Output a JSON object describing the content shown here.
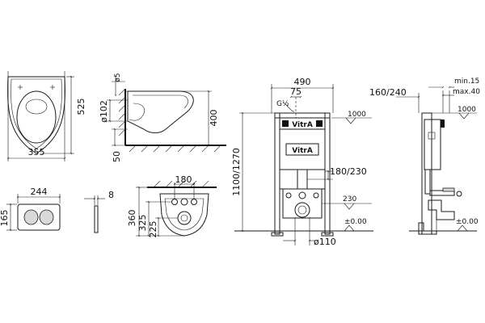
{
  "bowl_top": {
    "width": "355",
    "depth": "525"
  },
  "bowl_side": {
    "d5": "ø5",
    "d102": "ø102",
    "h400": "400",
    "h50": "50"
  },
  "flush_plate": {
    "width": "244",
    "height": "165",
    "thickness": "8"
  },
  "bowl_rear": {
    "width": "180",
    "h360": "360",
    "h325": "325",
    "h225": "225"
  },
  "frame_front": {
    "width": "490",
    "offset": "75",
    "pipe": "G½",
    "logo": "VitrA",
    "height": "1100/1270",
    "flush_height": "180/230",
    "level_1000": "1000",
    "level_230": "230",
    "level_zero": "±0.00",
    "drain": "ø110"
  },
  "frame_side": {
    "depth": "160/240",
    "min": "min.15",
    "max": "max.40",
    "level_1000": "1000",
    "level_zero": "±0.00"
  }
}
